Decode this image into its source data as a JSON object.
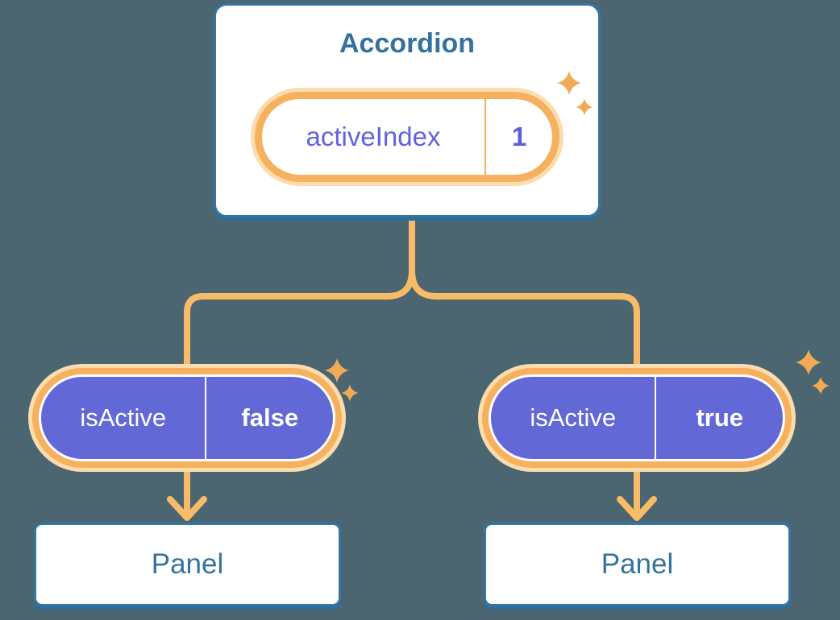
{
  "colors": {
    "background": "#4B6671",
    "box_border_blue": "#3375A3",
    "box_shadow_blue": "#2E6C99",
    "title_blue": "#33719F",
    "panel_text_blue": "#35739E",
    "pill_border_orange": "#F5B15E",
    "pill_outer_ring": "#FBDCAE",
    "connector_orange": "#F8BC68",
    "sparkle_orange": "#F1AB54",
    "prop_pill_purple": "#6268D6",
    "state_text_purple": "#6163DE"
  },
  "root": {
    "title": "Accordion",
    "state": {
      "label": "activeIndex",
      "value": "1"
    }
  },
  "children": [
    {
      "title": "Panel",
      "prop": {
        "label": "isActive",
        "value": "false"
      }
    },
    {
      "title": "Panel",
      "prop": {
        "label": "isActive",
        "value": "true"
      }
    }
  ]
}
